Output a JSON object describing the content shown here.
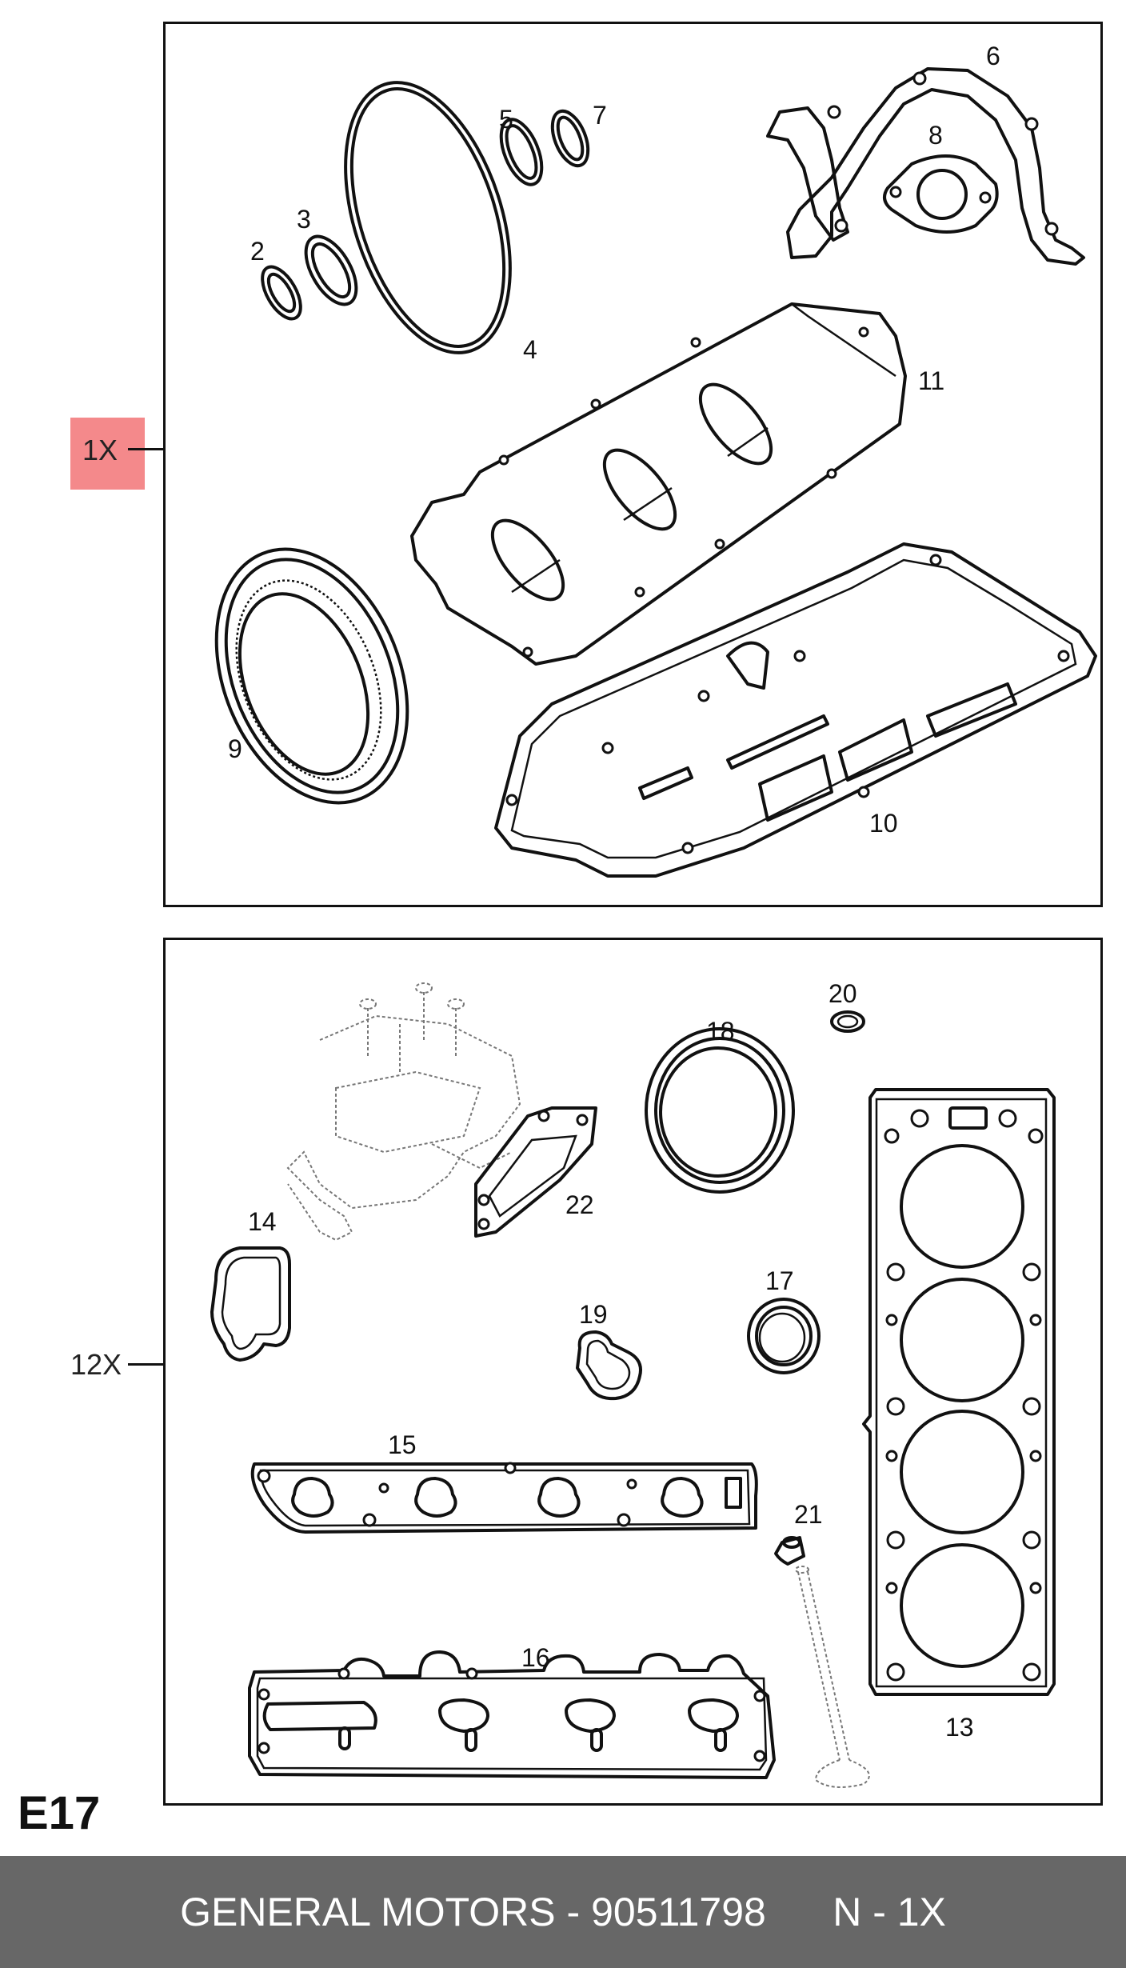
{
  "groups": [
    {
      "quantity_label": "1X",
      "parts": [
        "2",
        "3",
        "4",
        "5",
        "6",
        "7",
        "8",
        "9",
        "10",
        "11"
      ]
    },
    {
      "quantity_label": "12X",
      "parts": [
        "13",
        "14",
        "15",
        "16",
        "17",
        "18",
        "19",
        "20",
        "21",
        "22"
      ]
    }
  ],
  "page_code": "E17",
  "footer": {
    "brand": "GENERAL MOTORS",
    "separator": "-",
    "part_number": "90511798",
    "note": "N - 1X"
  },
  "colors": {
    "highlight": "#f4898b",
    "footer_bg": "#676767",
    "footer_text": "#ffffff"
  }
}
